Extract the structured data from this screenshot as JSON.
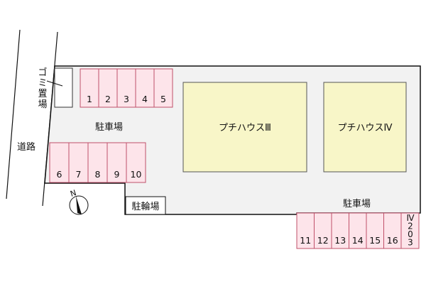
{
  "road_label": "道路",
  "garbage_label": [
    "ゴ",
    "ミ",
    "置",
    "場"
  ],
  "parking_label_upper": "駐車場",
  "parking_label_lower": "駐車場",
  "bicycle_label": "駐輪場",
  "compass_label": "N",
  "buildings": [
    {
      "name": "プチハウスⅢ"
    },
    {
      "name": "プチハウスⅣ"
    }
  ],
  "slots_row1": [
    "1",
    "2",
    "3",
    "4",
    "5"
  ],
  "slots_row2": [
    "6",
    "7",
    "8",
    "9",
    "10"
  ],
  "slots_row3": [
    "11",
    "12",
    "13",
    "14",
    "15",
    "16"
  ],
  "slot_special": [
    "Ⅳ",
    "2",
    "0",
    "3"
  ],
  "colors": {
    "slot_fill": "#fde4ea",
    "slot_border": "#c0506a",
    "building_fill": "#f8f6c8",
    "lot_fill": "#f2f2f2"
  }
}
